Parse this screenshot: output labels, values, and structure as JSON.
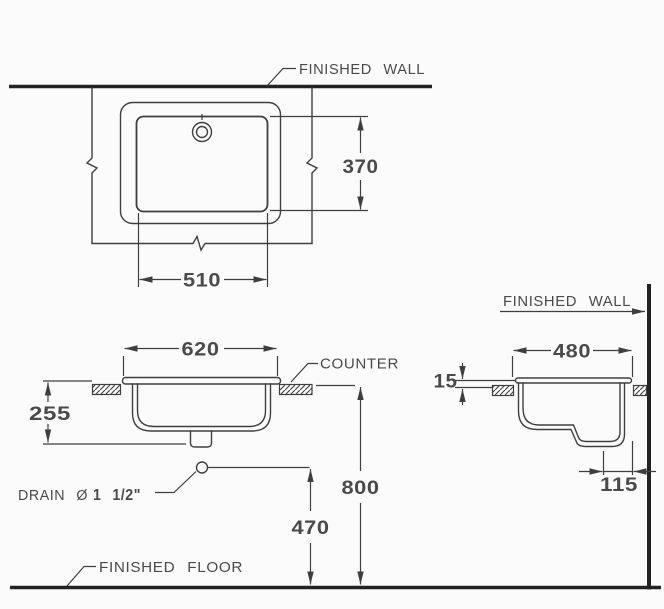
{
  "colors": {
    "background": "#fbfbfb",
    "line": "#3f3f3f",
    "thick": "#232323",
    "text": "#4a4a4a"
  },
  "views": {
    "top": {
      "wall_label": "FINISHED WALL",
      "width_dim": "510",
      "depth_dim": "370"
    },
    "front": {
      "width_dim": "620",
      "bowl_depth_dim": "255",
      "counter_label": "COUNTER",
      "drain_label_prefix": "DRAIN Ø",
      "drain_label_size": "1 1/2\"",
      "counter_height_dim": "800",
      "drain_height_dim": "470",
      "floor_label": "FINISHED FLOOR"
    },
    "side": {
      "wall_label": "FINISHED WALL",
      "width_dim": "480",
      "rim_thickness_dim": "15",
      "drain_offset_dim": "115"
    }
  }
}
